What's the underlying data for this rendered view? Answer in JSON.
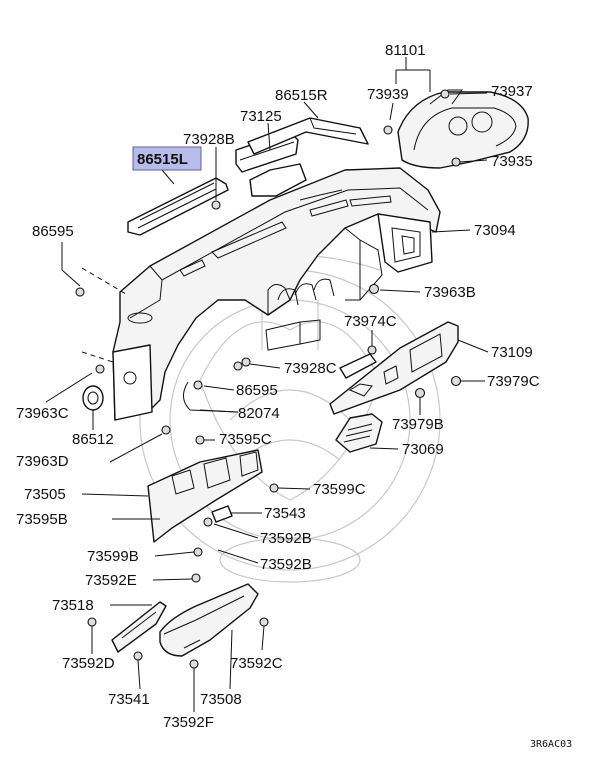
{
  "diagram": {
    "highlight_color": "#b8bce8",
    "code": "3R6AC03",
    "labels": {
      "p81101": "81101",
      "p86515R": "86515R",
      "p73939": "73939",
      "p73937": "73937",
      "p73125": "73125",
      "p73928B": "73928B",
      "p86515L": "86515L",
      "p73935": "73935",
      "p86595a": "86595",
      "p73094": "73094",
      "p73963B": "73963B",
      "p73974C": "73974C",
      "p73109": "73109",
      "p73928C": "73928C",
      "p73979C": "73979C",
      "p86595b": "86595",
      "p73963C": "73963C",
      "p82074": "82074",
      "p73979B": "73979B",
      "p86512": "86512",
      "p73595C": "73595C",
      "p73069": "73069",
      "p73963D": "73963D",
      "p73505": "73505",
      "p73599C": "73599C",
      "p73543": "73543",
      "p73595B": "73595B",
      "p73592Ba": "73592B",
      "p73599B": "73599B",
      "p73592Bb": "73592B",
      "p73592E": "73592E",
      "p73518": "73518",
      "p73592D": "73592D",
      "p73592C": "73592C",
      "p73541": "73541",
      "p73508": "73508",
      "p73592F": "73592F"
    }
  }
}
